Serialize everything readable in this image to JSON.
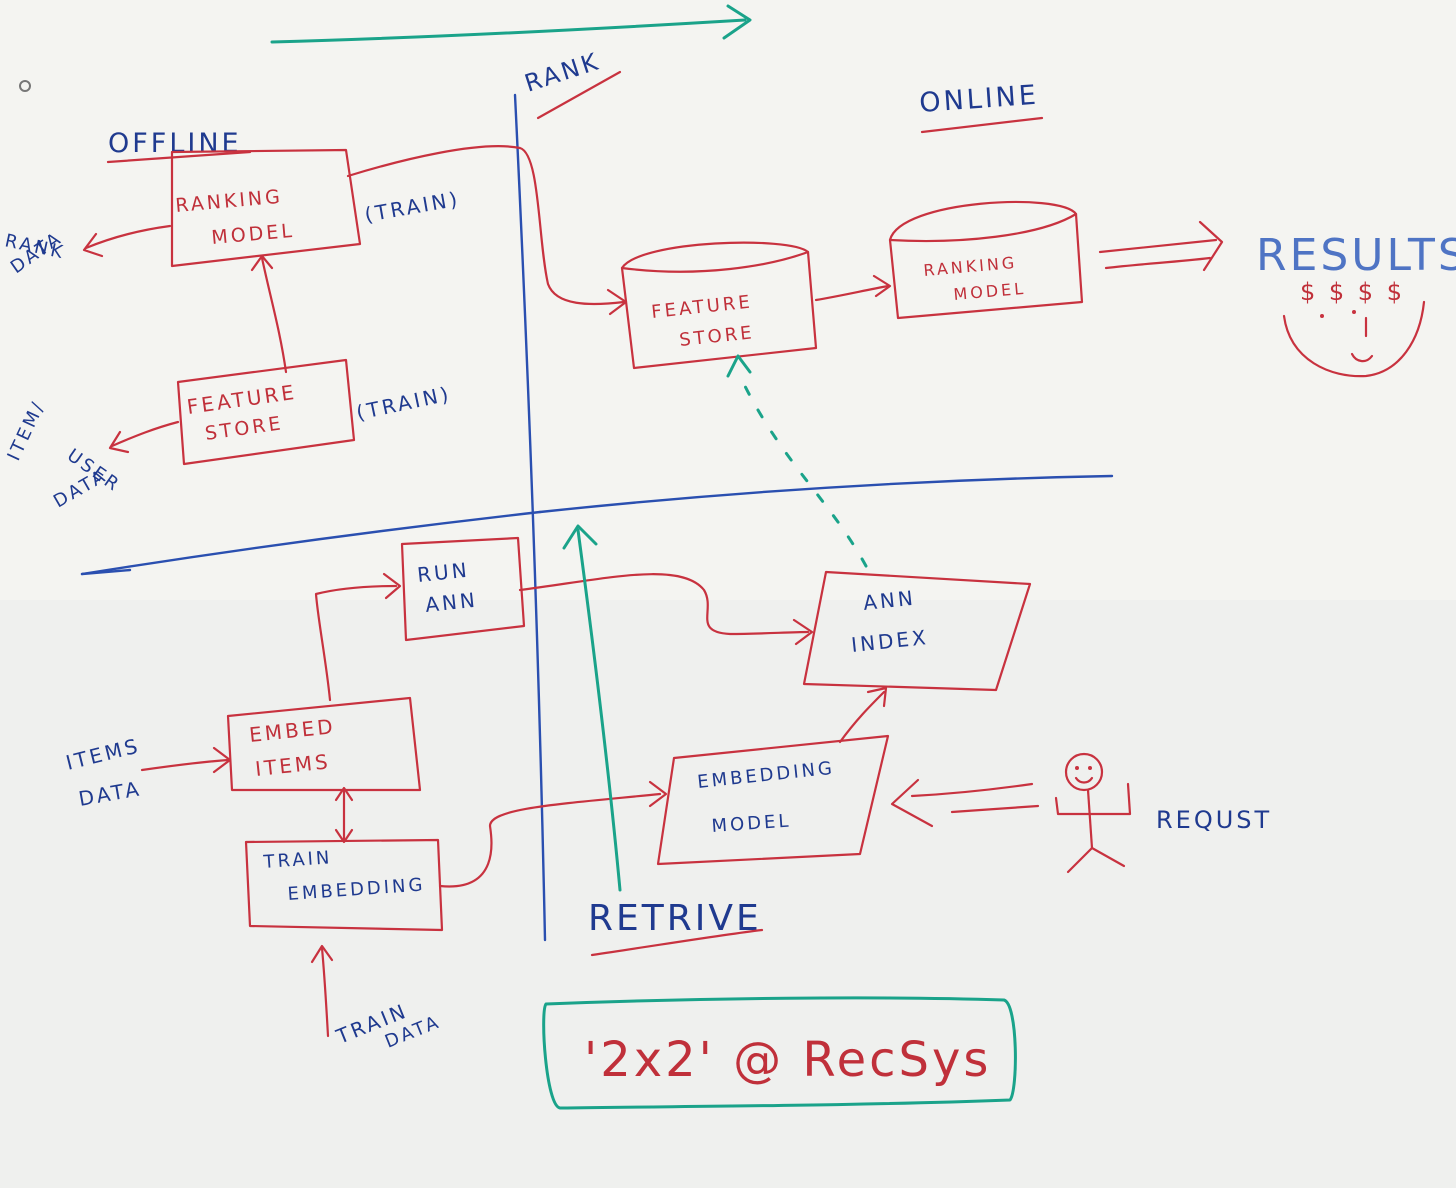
{
  "labels": {
    "offline": "OFFLINE",
    "online": "ONLINE",
    "rank": "RANK",
    "retrive": "RETRIVE",
    "results": "RESULTS",
    "results_money": "$ $ $ $",
    "rank_data_1": "RANK",
    "rank_data_2": "DATA",
    "item_user_1": "ITEM/",
    "item_user_2": "USER",
    "item_user_3": "DATA",
    "items_data_1": "ITEMS",
    "items_data_2": "DATA",
    "train_data_1": "TRAIN",
    "train_data_2": "DATA",
    "train_1": "(TRAIN)",
    "train_2": "(TRAIN)",
    "request": "REQUST",
    "title": "'2x2' @ RecSys"
  },
  "boxes": {
    "ranking_model_offline": [
      "RANKING",
      "MODEL"
    ],
    "feature_store_offline": [
      "FEATURE",
      "STORE"
    ],
    "feature_store_online": [
      "FEATURE",
      "STORE"
    ],
    "ranking_model_online": [
      "RANKING",
      "MODEL"
    ],
    "run_ann": [
      "RUN",
      "ANN"
    ],
    "ann_index": [
      "ANN",
      "INDEX"
    ],
    "embed_items": [
      "EMBED",
      "ITEMS"
    ],
    "train_embedding": [
      "TRAIN",
      "EMBEDDING"
    ],
    "embedding_model": [
      "EMBEDDING",
      "MODEL"
    ]
  },
  "colors": {
    "board": "#f1f2f0",
    "red_marker": "#c8323f",
    "blue_marker": "#1f3a8f",
    "green_marker": "#1aa38a"
  }
}
